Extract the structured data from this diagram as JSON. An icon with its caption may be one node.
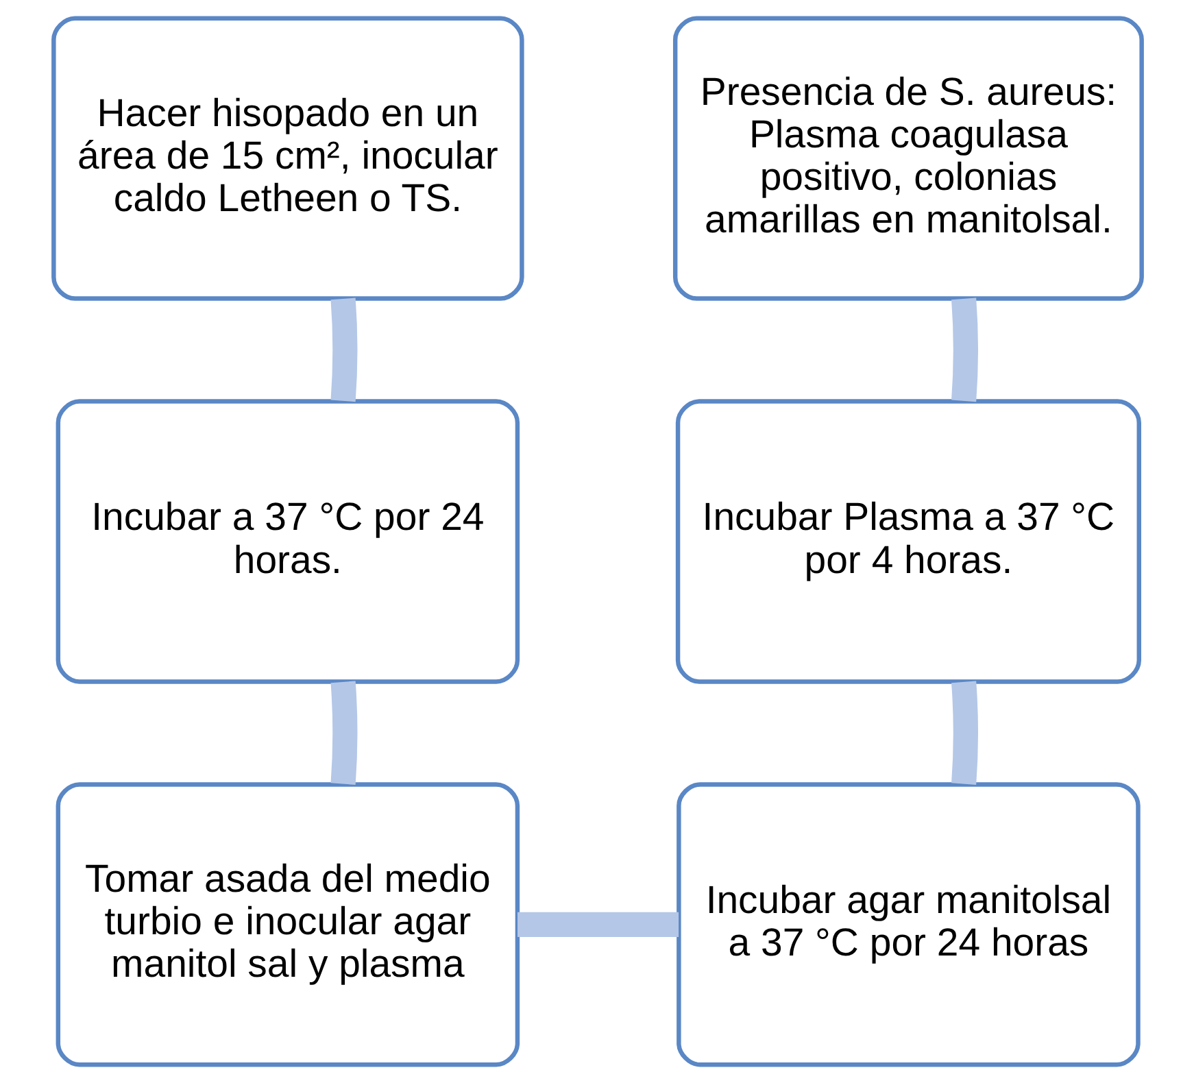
{
  "diagram": {
    "nodes": [
      {
        "text": [
          "Hacer hisopado en un área de 15 cm², inocular caldo Letheen o TS."
        ]
      },
      {
        "text": [
          "Incubar a 37 °C por 24 horas."
        ]
      },
      {
        "text": [
          "Tomar asada del medio turbio e inocular agar manitol sal y plasma"
        ]
      },
      {
        "text": [
          "Incubar agar manitolsal a 37 °C por 24 horas"
        ]
      },
      {
        "text": [
          "Incubar Plasma a 37 °C por 4 horas."
        ]
      },
      {
        "text": [
          "Presencia de S. aureus: Plasma coagulasa positivo, colonias amarillas en manitolsal."
        ]
      }
    ],
    "edges": [
      {
        "from": 0,
        "to": 1,
        "arrow": "none"
      },
      {
        "from": 1,
        "to": 2,
        "arrow": "none"
      },
      {
        "from": 2,
        "to": 3,
        "arrow": "none"
      },
      {
        "from": 3,
        "to": 4,
        "arrow": "none"
      },
      {
        "from": 4,
        "to": 5,
        "arrow": "none"
      }
    ]
  }
}
